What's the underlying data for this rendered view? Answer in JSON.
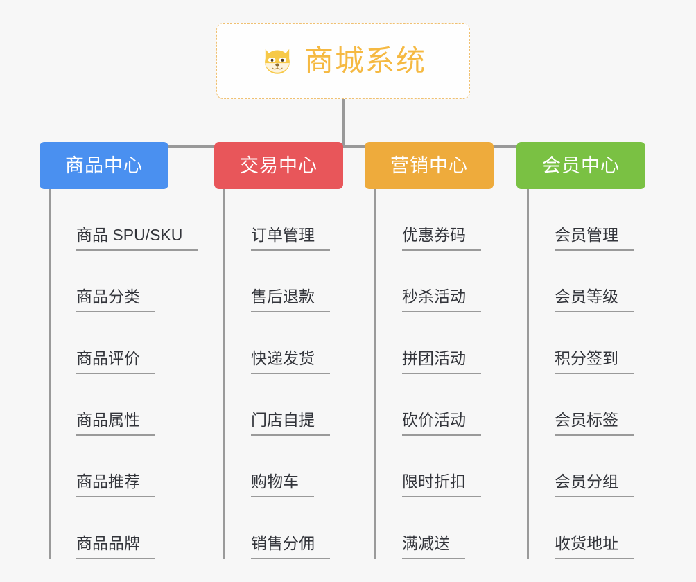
{
  "background_color": "#f7f7f7",
  "root": {
    "title": "商城系统",
    "icon": "shiba-dog-icon",
    "text_color": "#f5b942",
    "border_color": "#f0c070"
  },
  "columns": [
    {
      "id": "product-center",
      "label": "商品中心",
      "color": "#4a90f0",
      "items": [
        "商品 SPU/SKU",
        "商品分类",
        "商品评价",
        "商品属性",
        "商品推荐",
        "商品品牌"
      ]
    },
    {
      "id": "trade-center",
      "label": "交易中心",
      "color": "#e8565a",
      "items": [
        "订单管理",
        "售后退款",
        "快递发货",
        "门店自提",
        "购物车",
        "销售分佣"
      ]
    },
    {
      "id": "marketing-center",
      "label": "营销中心",
      "color": "#eeab3c",
      "items": [
        "优惠券码",
        "秒杀活动",
        "拼团活动",
        "砍价活动",
        "限时折扣",
        "满减送"
      ]
    },
    {
      "id": "member-center",
      "label": "会员中心",
      "color": "#76c košile"
    }
  ],
  "connector_color": "#999999",
  "item_text_color": "#33353b"
}
